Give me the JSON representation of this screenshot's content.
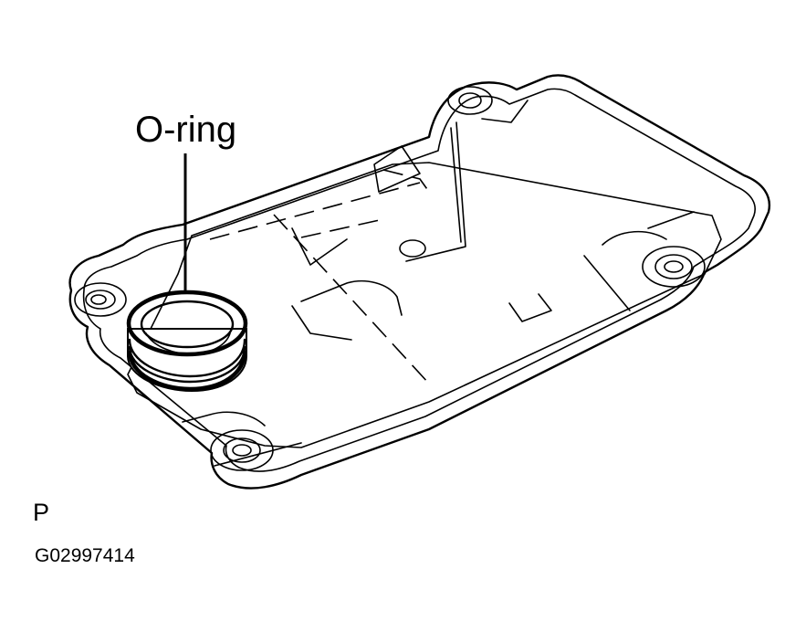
{
  "diagram": {
    "callout_label": "O-ring",
    "view_code": "P",
    "figure_id": "G02997414"
  },
  "colors": {
    "line": "#000000",
    "background": "#ffffff"
  }
}
